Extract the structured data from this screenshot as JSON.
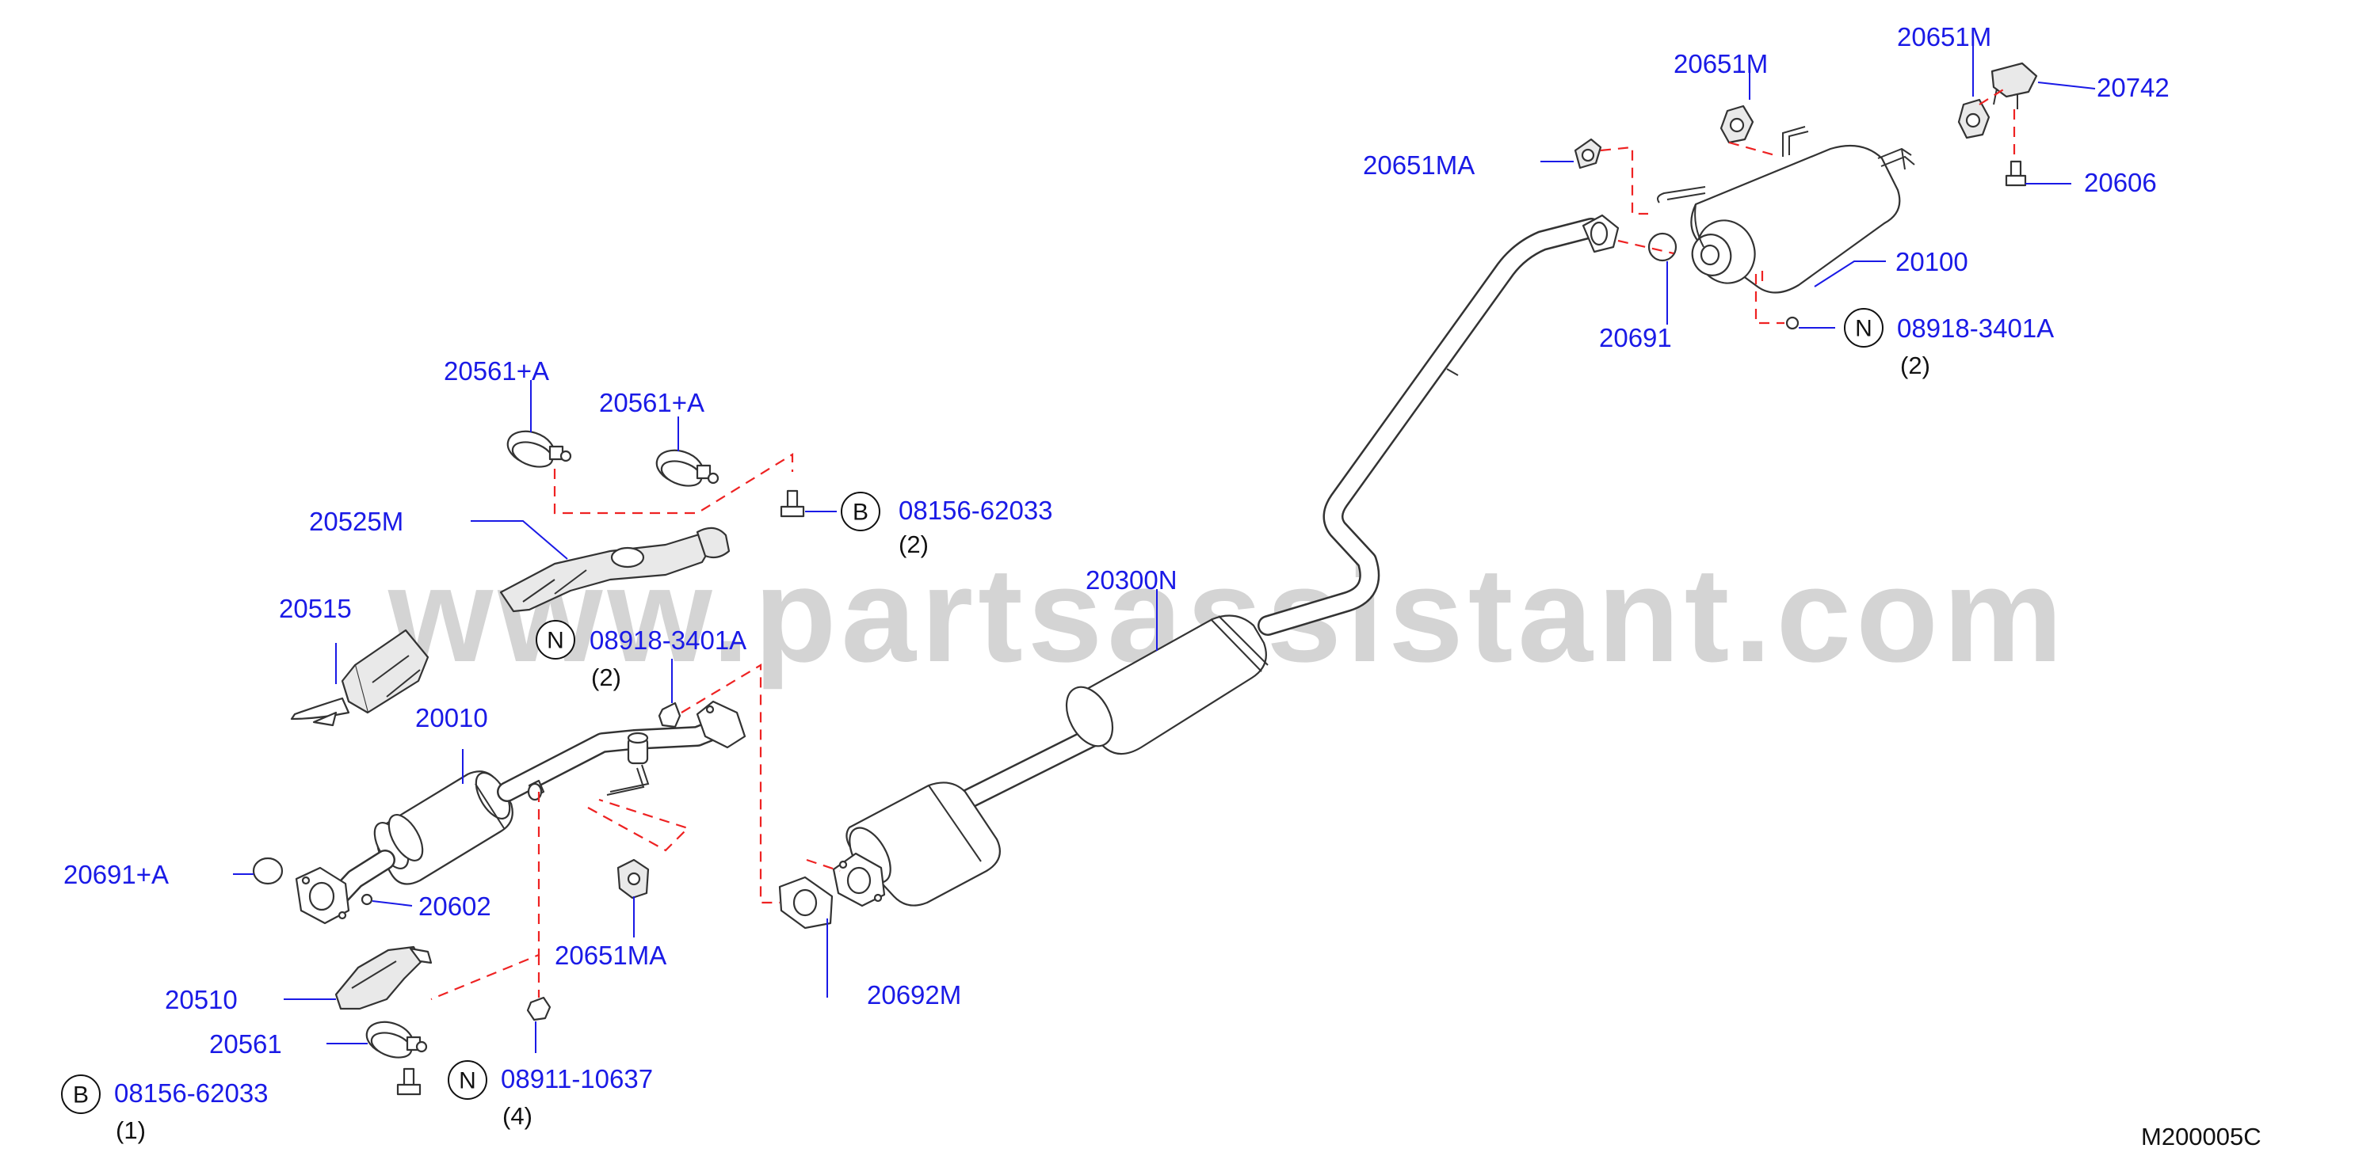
{
  "watermark": "www.partsassistant.com",
  "diagram_code": "M200005C",
  "circle_symbols": {
    "bolt": "B",
    "nut": "N"
  },
  "labels": {
    "p20651M_a": "20651M",
    "p20651M_b": "20651M",
    "p20742": "20742",
    "p20651MA_top": "20651MA",
    "p20606": "20606",
    "p20100": "20100",
    "p20691": "20691",
    "nut_top": "08918-3401A",
    "nut_top_qty": "(2)",
    "p20561A_1": "20561+A",
    "p20561A_2": "20561+A",
    "bolt_mid": "08156-62033",
    "bolt_mid_qty": "(2)",
    "p20525M": "20525M",
    "p20515": "20515",
    "nut_mid": "08918-3401A",
    "nut_mid_qty": "(2)",
    "p20300N": "20300N",
    "p20010": "20010",
    "p20691A": "20691+A",
    "p20602": "20602",
    "p20651MA_bot": "20651MA",
    "p20692M": "20692M",
    "p20510": "20510",
    "p20561": "20561",
    "nut_bot": "08911-10637",
    "nut_bot_qty": "(4)",
    "bolt_bot": "08156-62033",
    "bolt_bot_qty": "(1)"
  },
  "colors": {
    "label_blue": "#1a1ae6",
    "dash_red": "#ee2222",
    "line_dark": "#333333",
    "watermark_gray": "#d4d4d4"
  }
}
